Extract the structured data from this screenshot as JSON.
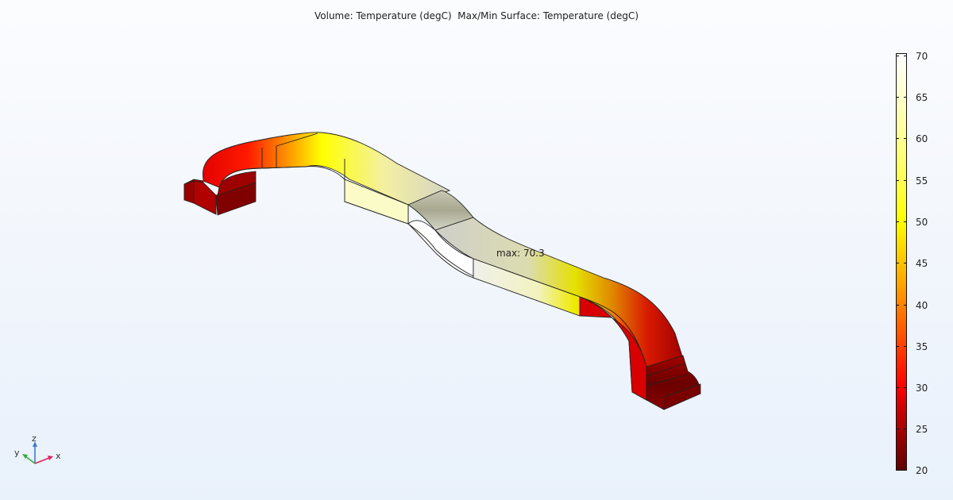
{
  "plot": {
    "title": "Volume: Temperature (degC)  Max/Min Surface: Temperature (degC)",
    "max_annotation": "max: 70.3"
  },
  "colorbar": {
    "min": 20,
    "max": 70,
    "unit": "degC",
    "colormap": "ThermalLight",
    "ticks": [
      "70",
      "65",
      "60",
      "55",
      "50",
      "45",
      "40",
      "35",
      "30",
      "25",
      "20"
    ],
    "colors": {
      "low": "#600000",
      "mid_low": "#ff0000",
      "mid": "#ff9900",
      "mid_high": "#ffff00",
      "high": "#ffffff"
    }
  },
  "axes_triad": {
    "x_label": "x",
    "y_label": "y",
    "z_label": "z",
    "x_color": "#e0245e",
    "y_color": "#3aa83a",
    "z_color": "#3a7bd5"
  },
  "chart_data": {
    "type": "heatmap",
    "title": "Volume: Temperature (degC)  Max/Min Surface: Temperature (degC)",
    "quantity": "Temperature",
    "unit": "degC",
    "range": [
      20,
      70
    ],
    "colorbar_ticks": [
      20,
      25,
      30,
      35,
      40,
      45,
      50,
      55,
      60,
      65,
      70
    ],
    "annotations": [
      {
        "text": "max: 70.3",
        "value": 70.3,
        "location": "center of part"
      }
    ],
    "description": "3D S-shaped bracket; hottest (~70 degC) at center, coolest (~20-25 degC) at both end feet"
  }
}
